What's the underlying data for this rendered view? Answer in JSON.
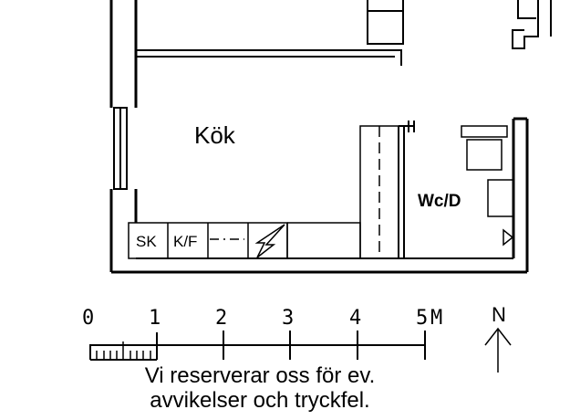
{
  "plan": {
    "rooms": [
      {
        "id": "kok",
        "label": "Kök"
      },
      {
        "id": "wc",
        "label": "Wc/D"
      }
    ],
    "fixtures": [
      {
        "id": "sk",
        "label": "SK"
      },
      {
        "id": "kf",
        "label": "K/F"
      }
    ]
  },
  "scale": {
    "ticks": [
      "0",
      "1",
      "2",
      "3",
      "4",
      "5"
    ],
    "unit": "M"
  },
  "north": {
    "label": "N"
  },
  "disclaimer": {
    "line1": "Vi reserverar oss för ev.",
    "line2": "avvikelser och tryckfel."
  }
}
